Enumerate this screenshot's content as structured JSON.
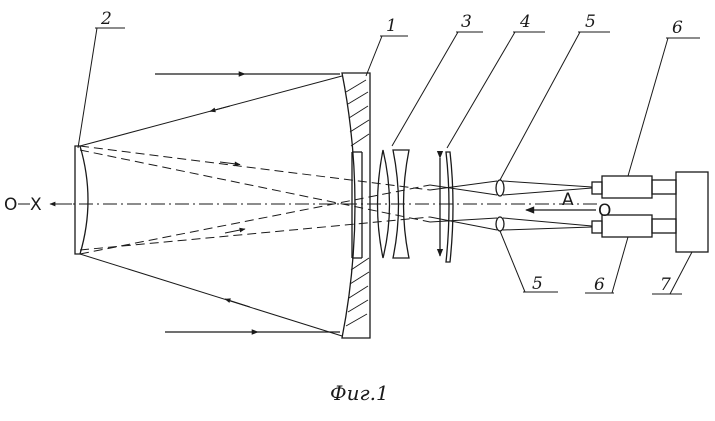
{
  "figure": {
    "caption": "Фиг.1",
    "axis_left_o": "O",
    "axis_x": "X",
    "direction_label": "A",
    "direction_o": "O"
  },
  "labels": {
    "mirror_primary": "1",
    "mirror_secondary": "2",
    "lens_3": "3",
    "lens_4": "4",
    "lens_5_top": "5",
    "lens_5_bottom": "5",
    "sensor_6_top": "6",
    "sensor_6_bottom": "6",
    "unit_7": "7"
  }
}
